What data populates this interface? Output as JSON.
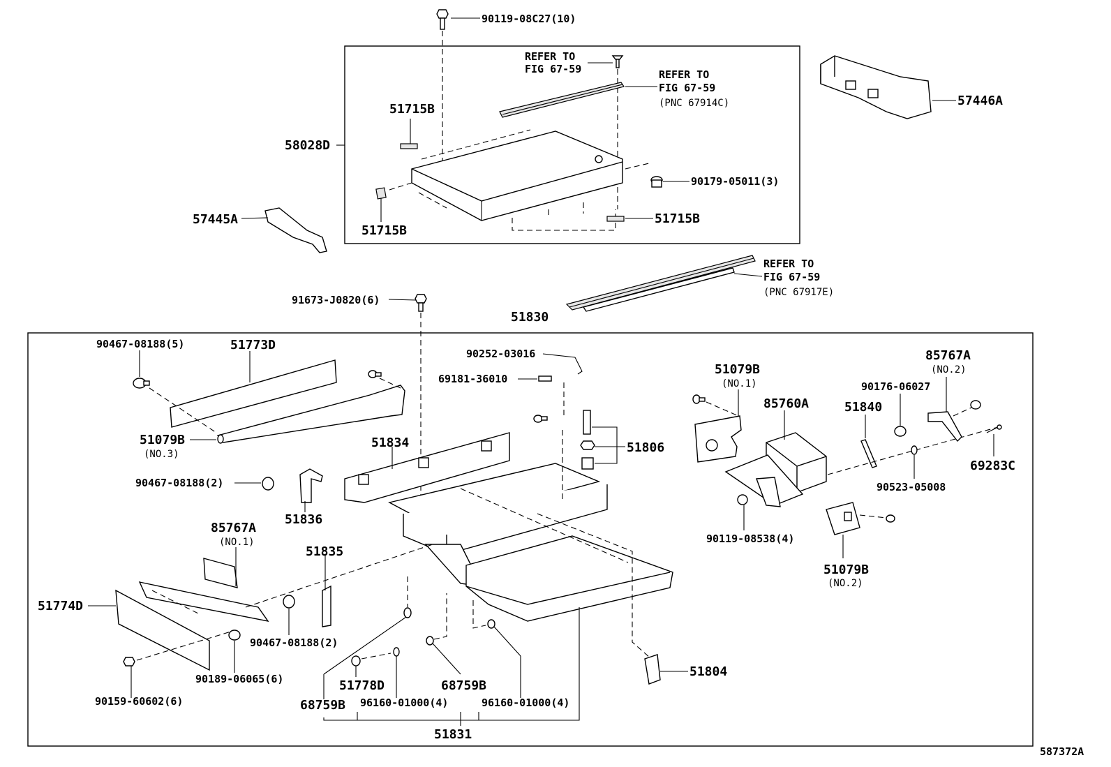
{
  "figure_id": "587372A",
  "upper_group": {
    "labels": {
      "p1": "90119-08C27(10)",
      "p2": "REFER TO",
      "p3": "FIG 67-59",
      "p4": "REFER TO",
      "p5": "FIG 67-59",
      "p6": "(PNC 67914C)",
      "p7": "51715B",
      "p8": "58028D",
      "p9": "90179-05011(3)",
      "p10": "51715B",
      "p11": "51715B",
      "p12": "57445A",
      "p13": "57446A"
    }
  },
  "rail_group": {
    "labels": {
      "p1": "REFER TO",
      "p2": "FIG 67-59",
      "p3": "(PNC 67917E)",
      "p4": "91673-J0820(6)",
      "p5": "51830"
    }
  },
  "lower_group": {
    "labels": {
      "p1": "90467-08188(5)",
      "p2": "51773D",
      "p3": "51079B",
      "p4": "(NO.3)",
      "p5": "90252-03016",
      "p6": "69181-36010",
      "p7": "51834",
      "p8": "51806",
      "p9": "90467-08188(2)",
      "p10": "51836",
      "p11": "85767A",
      "p12": "(NO.1)",
      "p13": "51835",
      "p14": "51774D",
      "p15": "90467-08188(2)",
      "p16": "90189-06065(6)",
      "p17": "90159-60602(6)",
      "p18": "51778D",
      "p19": "68759B",
      "p20": "68759B",
      "p21": "96160-01000(4)",
      "p22": "96160-01000(4)",
      "p23": "51831",
      "p24": "51804",
      "p25": "51079B",
      "p26": "(NO.1)",
      "p27": "85760A",
      "p28": "51840",
      "p29": "90176-06027",
      "p30": "85767A",
      "p31": "(NO.2)",
      "p32": "69283C",
      "p33": "90523-05008",
      "p34": "90119-08538(4)",
      "p35": "51079B",
      "p36": "(NO.2)"
    }
  }
}
